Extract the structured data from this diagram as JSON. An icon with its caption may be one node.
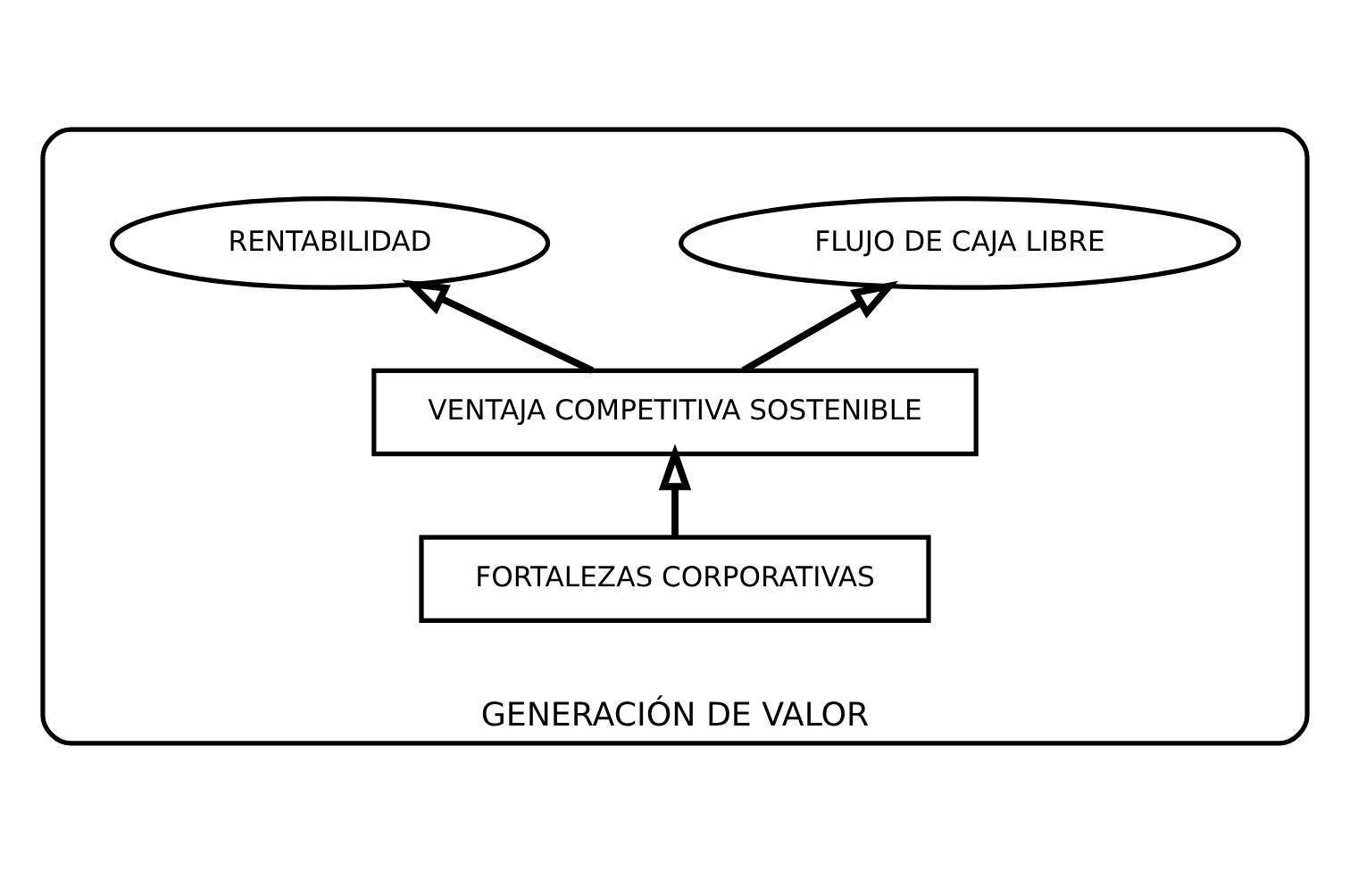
{
  "diagram": {
    "nodes": [
      {
        "text": [
          "GENERACIÓN DE VALOR"
        ]
      },
      {
        "text": [
          "RENTABILIDAD"
        ],
        "in": 0
      },
      {
        "text": [
          "FLUJO DE CAJA LIBRE"
        ],
        "in": 0
      },
      {
        "text": [
          "VENTAJA COMPETITIVA SOSTENIBLE"
        ],
        "in": 0
      },
      {
        "text": [
          "FORTALEZAS CORPORATIVAS"
        ],
        "in": 0
      }
    ],
    "edges": [
      {
        "from": 4,
        "to": 3,
        "arrow": "to"
      },
      {
        "from": 3,
        "to": 1,
        "arrow": "to"
      },
      {
        "from": 3,
        "to": 2,
        "arrow": "to"
      }
    ]
  }
}
